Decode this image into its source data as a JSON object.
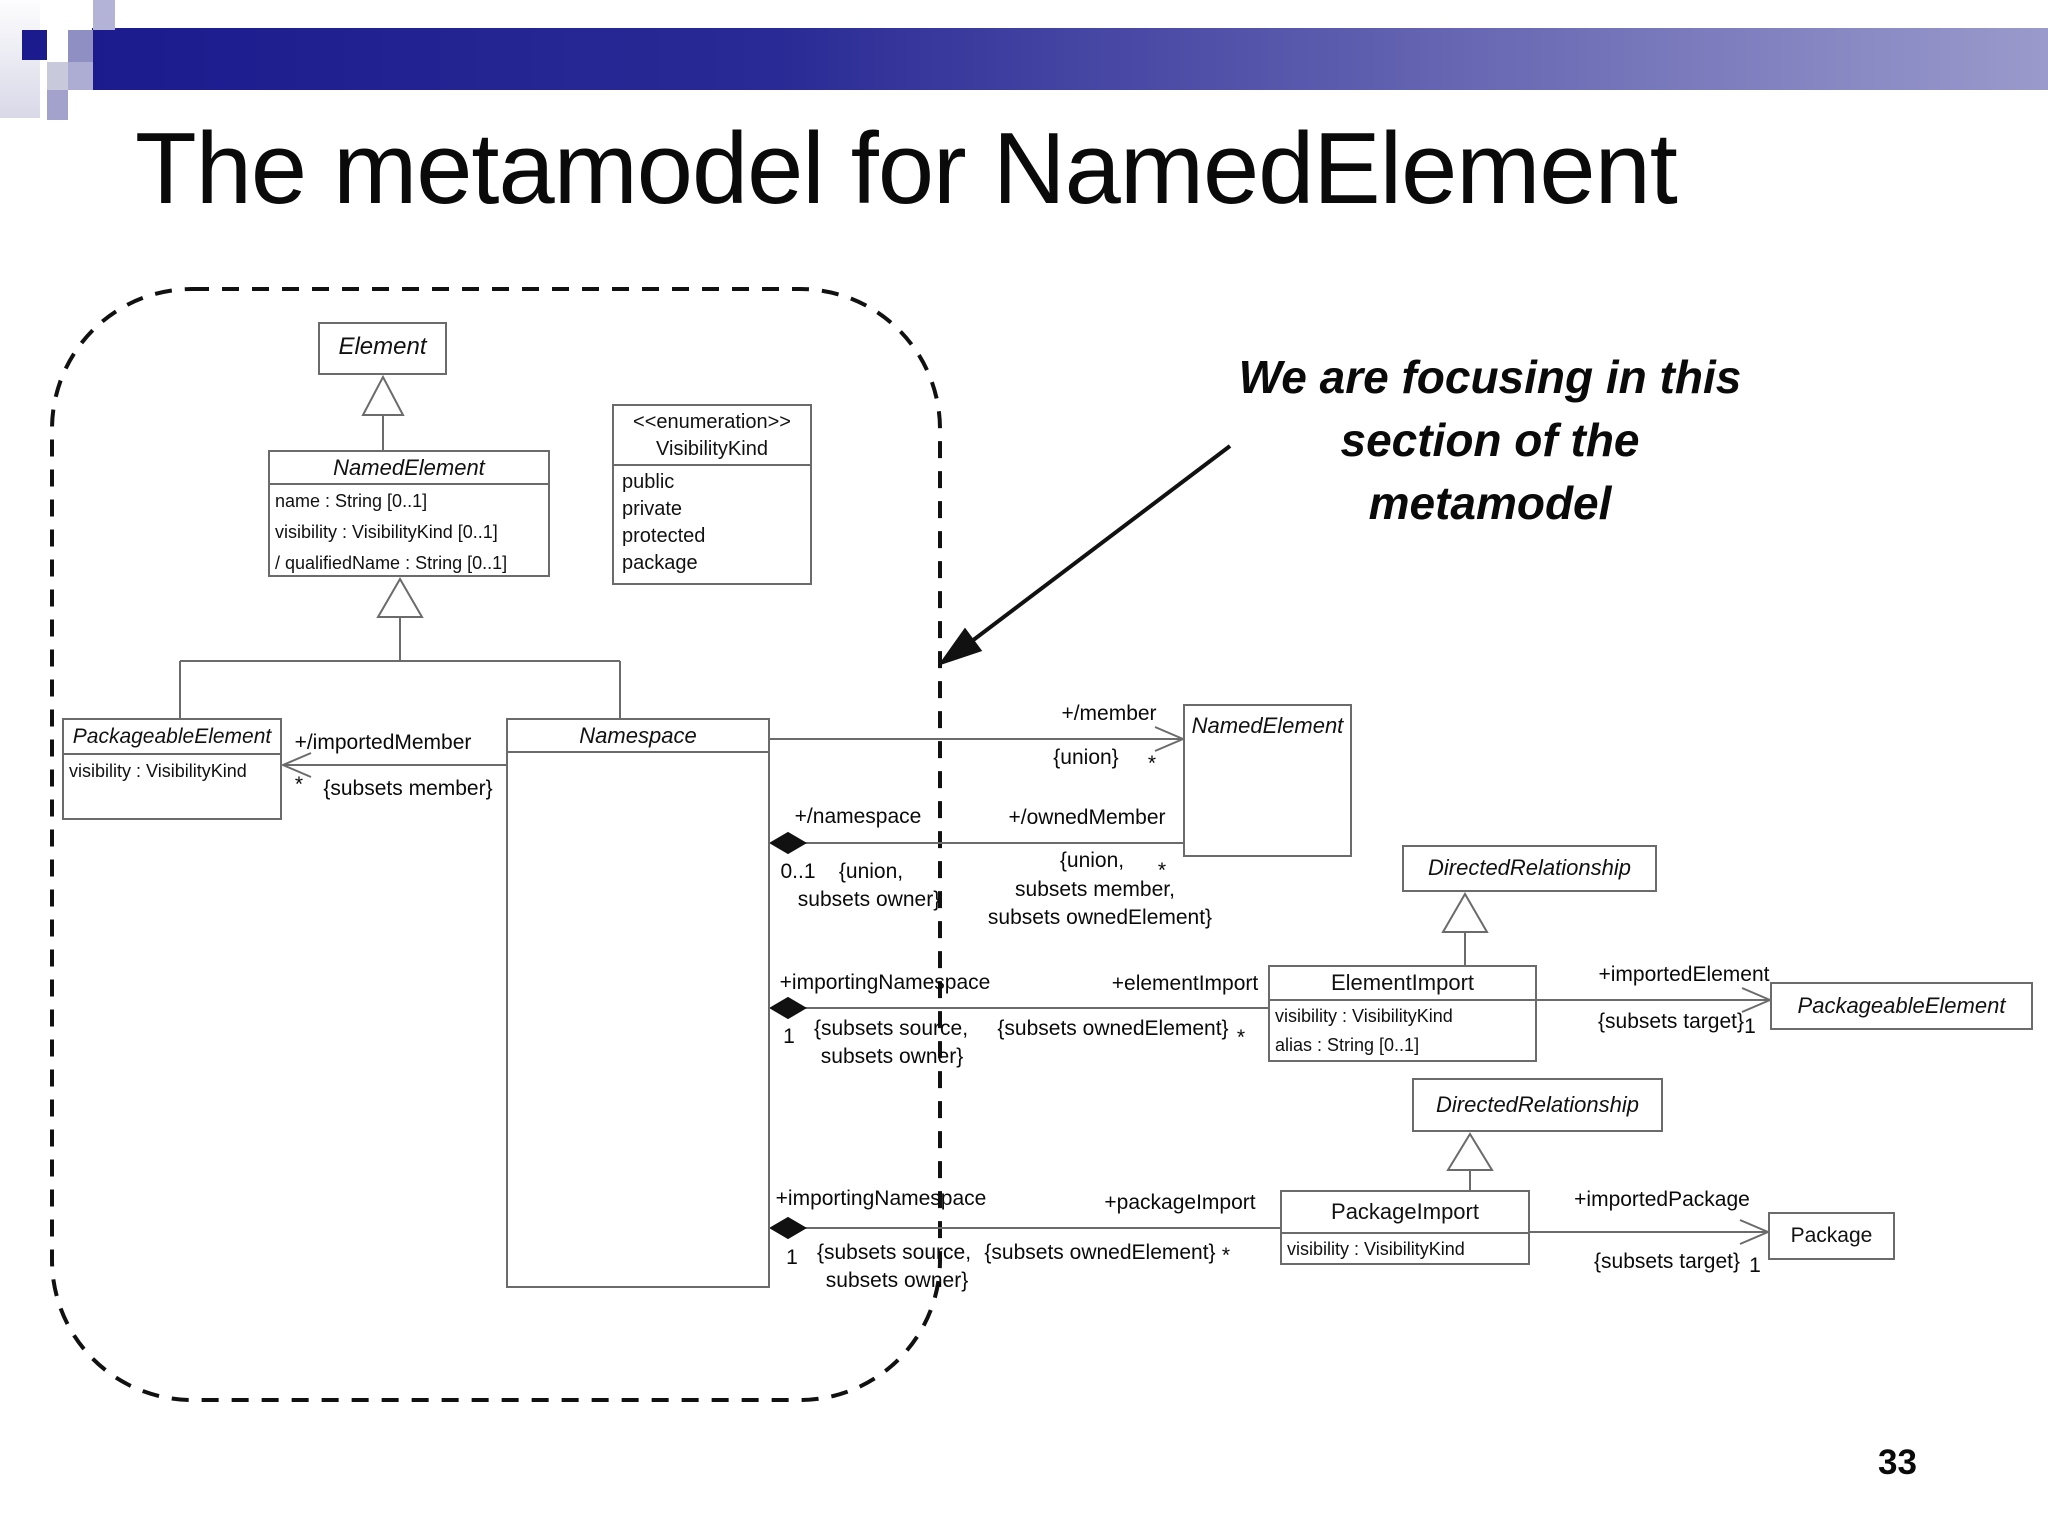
{
  "slide": {
    "title": "The metamodel for NamedElement",
    "page_number": "33"
  },
  "annotation": {
    "line1": "We are focusing in this",
    "line2": "section of the",
    "line3": "metamodel"
  },
  "colors": {
    "bar_navy": "#1b1b8e",
    "bar_light": "#9a9acc",
    "line_gray": "#6b6b6b",
    "ink": "#0a0a0a"
  },
  "boxes": {
    "element": {
      "title": "Element"
    },
    "named_element": {
      "title": "NamedElement",
      "attributes": [
        "name : String  [0..1]",
        "visibility : VisibilityKind  [0..1]",
        "/ qualifiedName : String  [0..1]"
      ]
    },
    "visibility_kind": {
      "stereotype": "<<enumeration>>",
      "title": "VisibilityKind",
      "values": [
        "public",
        "private",
        "protected",
        "package"
      ]
    },
    "packageable_element_left": {
      "title": "PackageableElement",
      "attributes": [
        "visibility : VisibilityKind"
      ]
    },
    "namespace": {
      "title": "Namespace"
    },
    "named_element_right": {
      "title": "NamedElement"
    },
    "directed_relationship_1": {
      "title": "DirectedRelationship"
    },
    "element_import": {
      "title": "ElementImport",
      "attributes": [
        "visibility : VisibilityKind",
        "alias : String    [0..1]"
      ]
    },
    "packageable_element_right": {
      "title": "PackageableElement"
    },
    "directed_relationship_2": {
      "title": "DirectedRelationship"
    },
    "package_import": {
      "title": "PackageImport",
      "attributes": [
        "visibility : VisibilityKind"
      ]
    },
    "package": {
      "title": "Package"
    }
  },
  "labels": {
    "imported_member_role": "+/importedMember",
    "imported_member_mult": "*",
    "imported_member_constraint": "{subsets member}",
    "member_role": "+/member",
    "member_union": "{union}",
    "member_mult": "*",
    "namespace_role": "+/namespace",
    "namespace_mult": "0..1",
    "namespace_union": "{union,",
    "namespace_subsets_owner": "subsets owner}",
    "owned_member_role": "+/ownedMember",
    "owned_member_union": "{union,",
    "owned_member_mult": "*",
    "owned_member_subsets_member": "subsets member,",
    "owned_member_subsets_owned": "subsets ownedElement}",
    "ei_importing_namespace": "+importingNamespace",
    "ei_mult_one": "1",
    "ei_subsets_source": "{subsets source,",
    "ei_subsets_owner": "subsets owner}",
    "ei_element_import": "+elementImport",
    "ei_subsets_owned_element": "{subsets ownedElement}",
    "ei_mult_star": "*",
    "ei_imported_element": "+importedElement",
    "ei_subsets_target": "{subsets target}",
    "ei_target_one": "1",
    "pi_importing_namespace": "+importingNamespace",
    "pi_mult_one": "1",
    "pi_subsets_source": "{subsets source,",
    "pi_subsets_owner": "subsets owner}",
    "pi_package_import": "+packageImport",
    "pi_subsets_owned_element": "{subsets ownedElement}",
    "pi_mult_star": "*",
    "pi_imported_package": "+importedPackage",
    "pi_subsets_target": "{subsets target}",
    "pi_target_one": "1"
  }
}
